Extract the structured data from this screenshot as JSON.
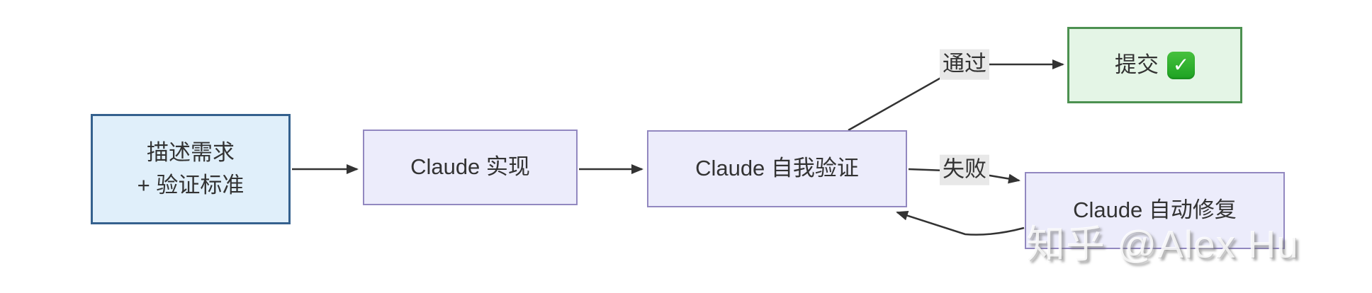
{
  "diagram": {
    "type": "flowchart",
    "direction": "left-to-right",
    "nodes": {
      "requirements": {
        "label": "描述需求\n+ 验证标准",
        "fill": "#e0effa",
        "border": "#35618e"
      },
      "implement": {
        "label": "Claude 实现",
        "fill": "#ececfb",
        "border": "#9288c0"
      },
      "verify": {
        "label": "Claude 自我验证",
        "fill": "#ececfb",
        "border": "#9288c0"
      },
      "autofix": {
        "label": "Claude 自动修复",
        "fill": "#ececfb",
        "border": "#9288c0"
      },
      "submit": {
        "label": "提交",
        "icon": "✓",
        "fill": "#e4f5e6",
        "border": "#4c9150"
      }
    },
    "edges": [
      {
        "from": "requirements",
        "to": "implement",
        "label": ""
      },
      {
        "from": "implement",
        "to": "verify",
        "label": ""
      },
      {
        "from": "verify",
        "to": "submit",
        "label": "通过"
      },
      {
        "from": "verify",
        "to": "autofix",
        "label": "失败"
      },
      {
        "from": "autofix",
        "to": "verify",
        "label": ""
      }
    ],
    "edge_labels": {
      "pass": "通过",
      "fail": "失败"
    },
    "colors": {
      "background": "#ffffff",
      "arrow": "#333333",
      "text": "#333333",
      "edge_label_bg": "#e8e8e8",
      "check_green": "#2eb32a"
    }
  },
  "watermark": "知乎 @Alex Hu"
}
